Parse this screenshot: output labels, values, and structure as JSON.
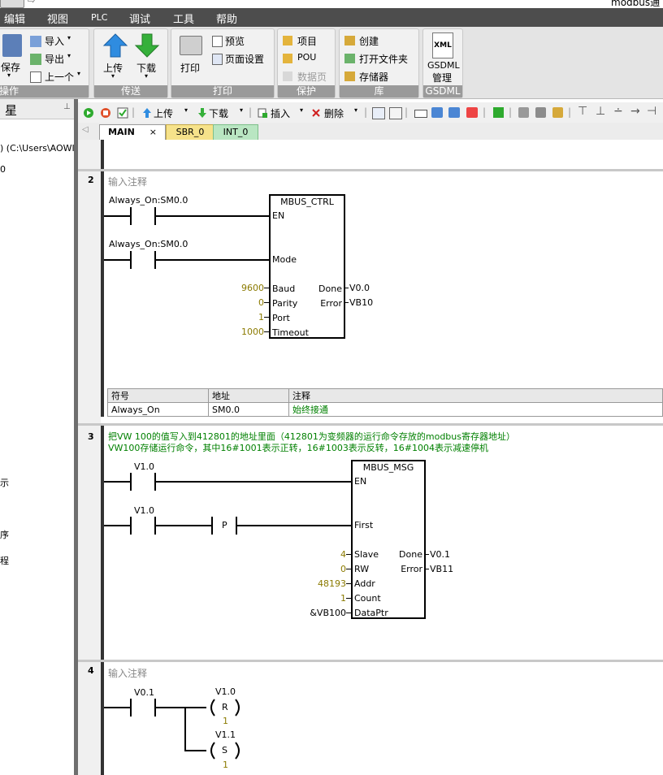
{
  "window": {
    "title_fragment": "modbus通"
  },
  "menubar": {
    "items": [
      "编辑",
      "视图",
      "PLC",
      "调试",
      "工具",
      "帮助"
    ]
  },
  "ribbon": {
    "groups": {
      "operate": {
        "title": "操作",
        "save": "保存",
        "import": "导入",
        "export": "导出",
        "prev": "上一个"
      },
      "transfer": {
        "title": "传送",
        "upload": "上传",
        "download": "下载"
      },
      "print": {
        "title": "打印",
        "print": "打印",
        "preview": "预览",
        "page_setup": "页面设置"
      },
      "protect": {
        "title": "保护",
        "project": "项目",
        "pou": "POU",
        "data_page": "数据页"
      },
      "library": {
        "title": "库",
        "create": "创建",
        "open_folder": "打开文件夹",
        "memory": "存储器"
      },
      "gsdml": {
        "title": "GSDML",
        "xml": "XML",
        "label": "GSDML",
        "label2": "管理"
      }
    }
  },
  "leftpanel": {
    "title": "星",
    "path": ") (C:\\Users\\AOWID",
    "frag1": "0",
    "frag2": "示",
    "frag3": "序",
    "frag4": "程"
  },
  "edtoolbar": {
    "upload": "上传",
    "download": "下载",
    "insert": "插入",
    "delete": "删除"
  },
  "tabs": [
    {
      "label": "MAIN",
      "close": "×"
    },
    {
      "label": "SBR_0"
    },
    {
      "label": "INT_0"
    }
  ],
  "rungs": {
    "r2": {
      "num": "2",
      "comment": "输入注释",
      "contact1": "Always_On:SM0.0",
      "contact2": "Always_On:SM0.0",
      "block": "MBUS_CTRL",
      "pins": {
        "en": "EN",
        "mode": "Mode",
        "baud": "Baud",
        "parity": "Parity",
        "port": "Port",
        "timeout": "Timeout",
        "done": "Done",
        "error": "Error"
      },
      "values": {
        "baud": "9600",
        "parity": "0",
        "port": "1",
        "timeout": "1000",
        "done": "V0.0",
        "error": "VB10"
      },
      "symtable": {
        "headers": [
          "符号",
          "地址",
          "注释"
        ],
        "row": [
          "Always_On",
          "SM0.0",
          "始终接通"
        ]
      }
    },
    "r3": {
      "num": "3",
      "comment1": "把VW 100的值写入到412801的地址里面（412801为变频器的运行命令存放的modbus寄存器地址）",
      "comment2": "VW100存储运行命令，其中16#1001表示正转，16#1003表示反转，16#1004表示减速停机",
      "contact1": "V1.0",
      "contact2": "V1.0",
      "pcontact": "P",
      "block": "MBUS_MSG",
      "pins": {
        "en": "EN",
        "first": "First",
        "slave": "Slave",
        "rw": "RW",
        "addr": "Addr",
        "count": "Count",
        "dataptr": "DataPtr",
        "done": "Done",
        "error": "Error"
      },
      "values": {
        "slave": "4",
        "rw": "0",
        "addr": "48193",
        "count": "1",
        "dataptr": "&VB100",
        "done": "V0.1",
        "error": "VB11"
      }
    },
    "r4": {
      "num": "4",
      "comment": "输入注释",
      "contact": "V0.1",
      "coil1_addr": "V1.0",
      "coil1_type": "R",
      "coil1_n": "1",
      "coil2_addr": "V1.1",
      "coil2_type": "S",
      "coil2_n": "1"
    }
  }
}
